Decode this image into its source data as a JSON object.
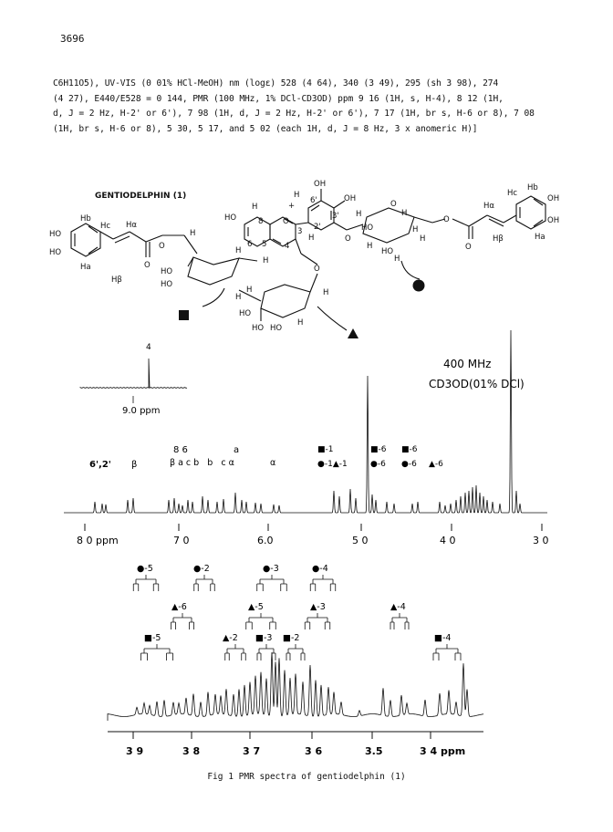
{
  "page_number": "3696",
  "paragraph": [
    "C6H11O5), UV-VIS (0 01% HCl-MeOH) nm (logε)  528 (4 64), 340 (3 49), 295 (sh 3 98), 274",
    "(4 27), E440/E528 = 0 144, PMR (100 MHz, 1% DCl-CD3OD) ppm  9 16 (1H, s, H-4), 8 12 (1H,",
    "d, J = 2 Hz, H-2' or 6'), 7 98 (1H, d, J = 2 Hz, H-2' or 6'), 7 17 (1H, br s, H-6 or 8), 7 08",
    "(1H, br s, H-6 or 8), 5 30, 5 17, and 5 02 (each 1H, d, J = 8 Hz, 3 x anomeric H)]"
  ],
  "structure": {
    "title": "GENTIODELPHIN (1)",
    "labels": {
      "oh": "OH",
      "ho": "HO",
      "h": "H",
      "o": "O",
      "plus": "+",
      "hb": "Hb",
      "hc": "Hc",
      "ha": "Ha",
      "hal": "Hα",
      "hbeta": "Hβ",
      "pos8": "8",
      "pos6": "6",
      "pos5": "5",
      "pos4": "4",
      "pos3": "3",
      "pos2p": "2'",
      "pos3p": "3'",
      "pos6p": "6'"
    },
    "markers": {
      "square": "square",
      "circle": "circle",
      "triangle": "triangle"
    }
  },
  "spectrum": {
    "field": "400 MHz",
    "solvent": "CD3OD(01% DCl)",
    "inset_peak_label": "4",
    "inset_axis": "9.0 ppm",
    "peak_labels_left": [
      "6',2'",
      "β"
    ],
    "peak_labels_86": "8 6",
    "peak_labels_mid": "β a c b   b   c α",
    "peak_label_a": "a",
    "peak_label_alpha": "α",
    "anomeric_labels": [
      "■-1",
      "●-1▲-1",
      "■-6",
      "●-6",
      "■-6",
      "●-6",
      "▲-6"
    ],
    "axis_ticks": [
      "8 0 ppm",
      "7 0",
      "6.0",
      "5 0",
      "4 0",
      "3 0"
    ]
  },
  "expansion": {
    "assignments": [
      "●-5",
      "●-2",
      "●-3",
      "●-4",
      "▲-6",
      "▲-5",
      "▲-3",
      "▲-4",
      "■-5",
      "▲-2",
      "■-3",
      "■-2",
      "■-4"
    ],
    "axis_ticks": [
      "3 9",
      "3 8",
      "3 7",
      "3 6",
      "3.5",
      "3 4 ppm"
    ]
  },
  "caption": "Fig 1  PMR spectra of gentiodelphin (1)"
}
